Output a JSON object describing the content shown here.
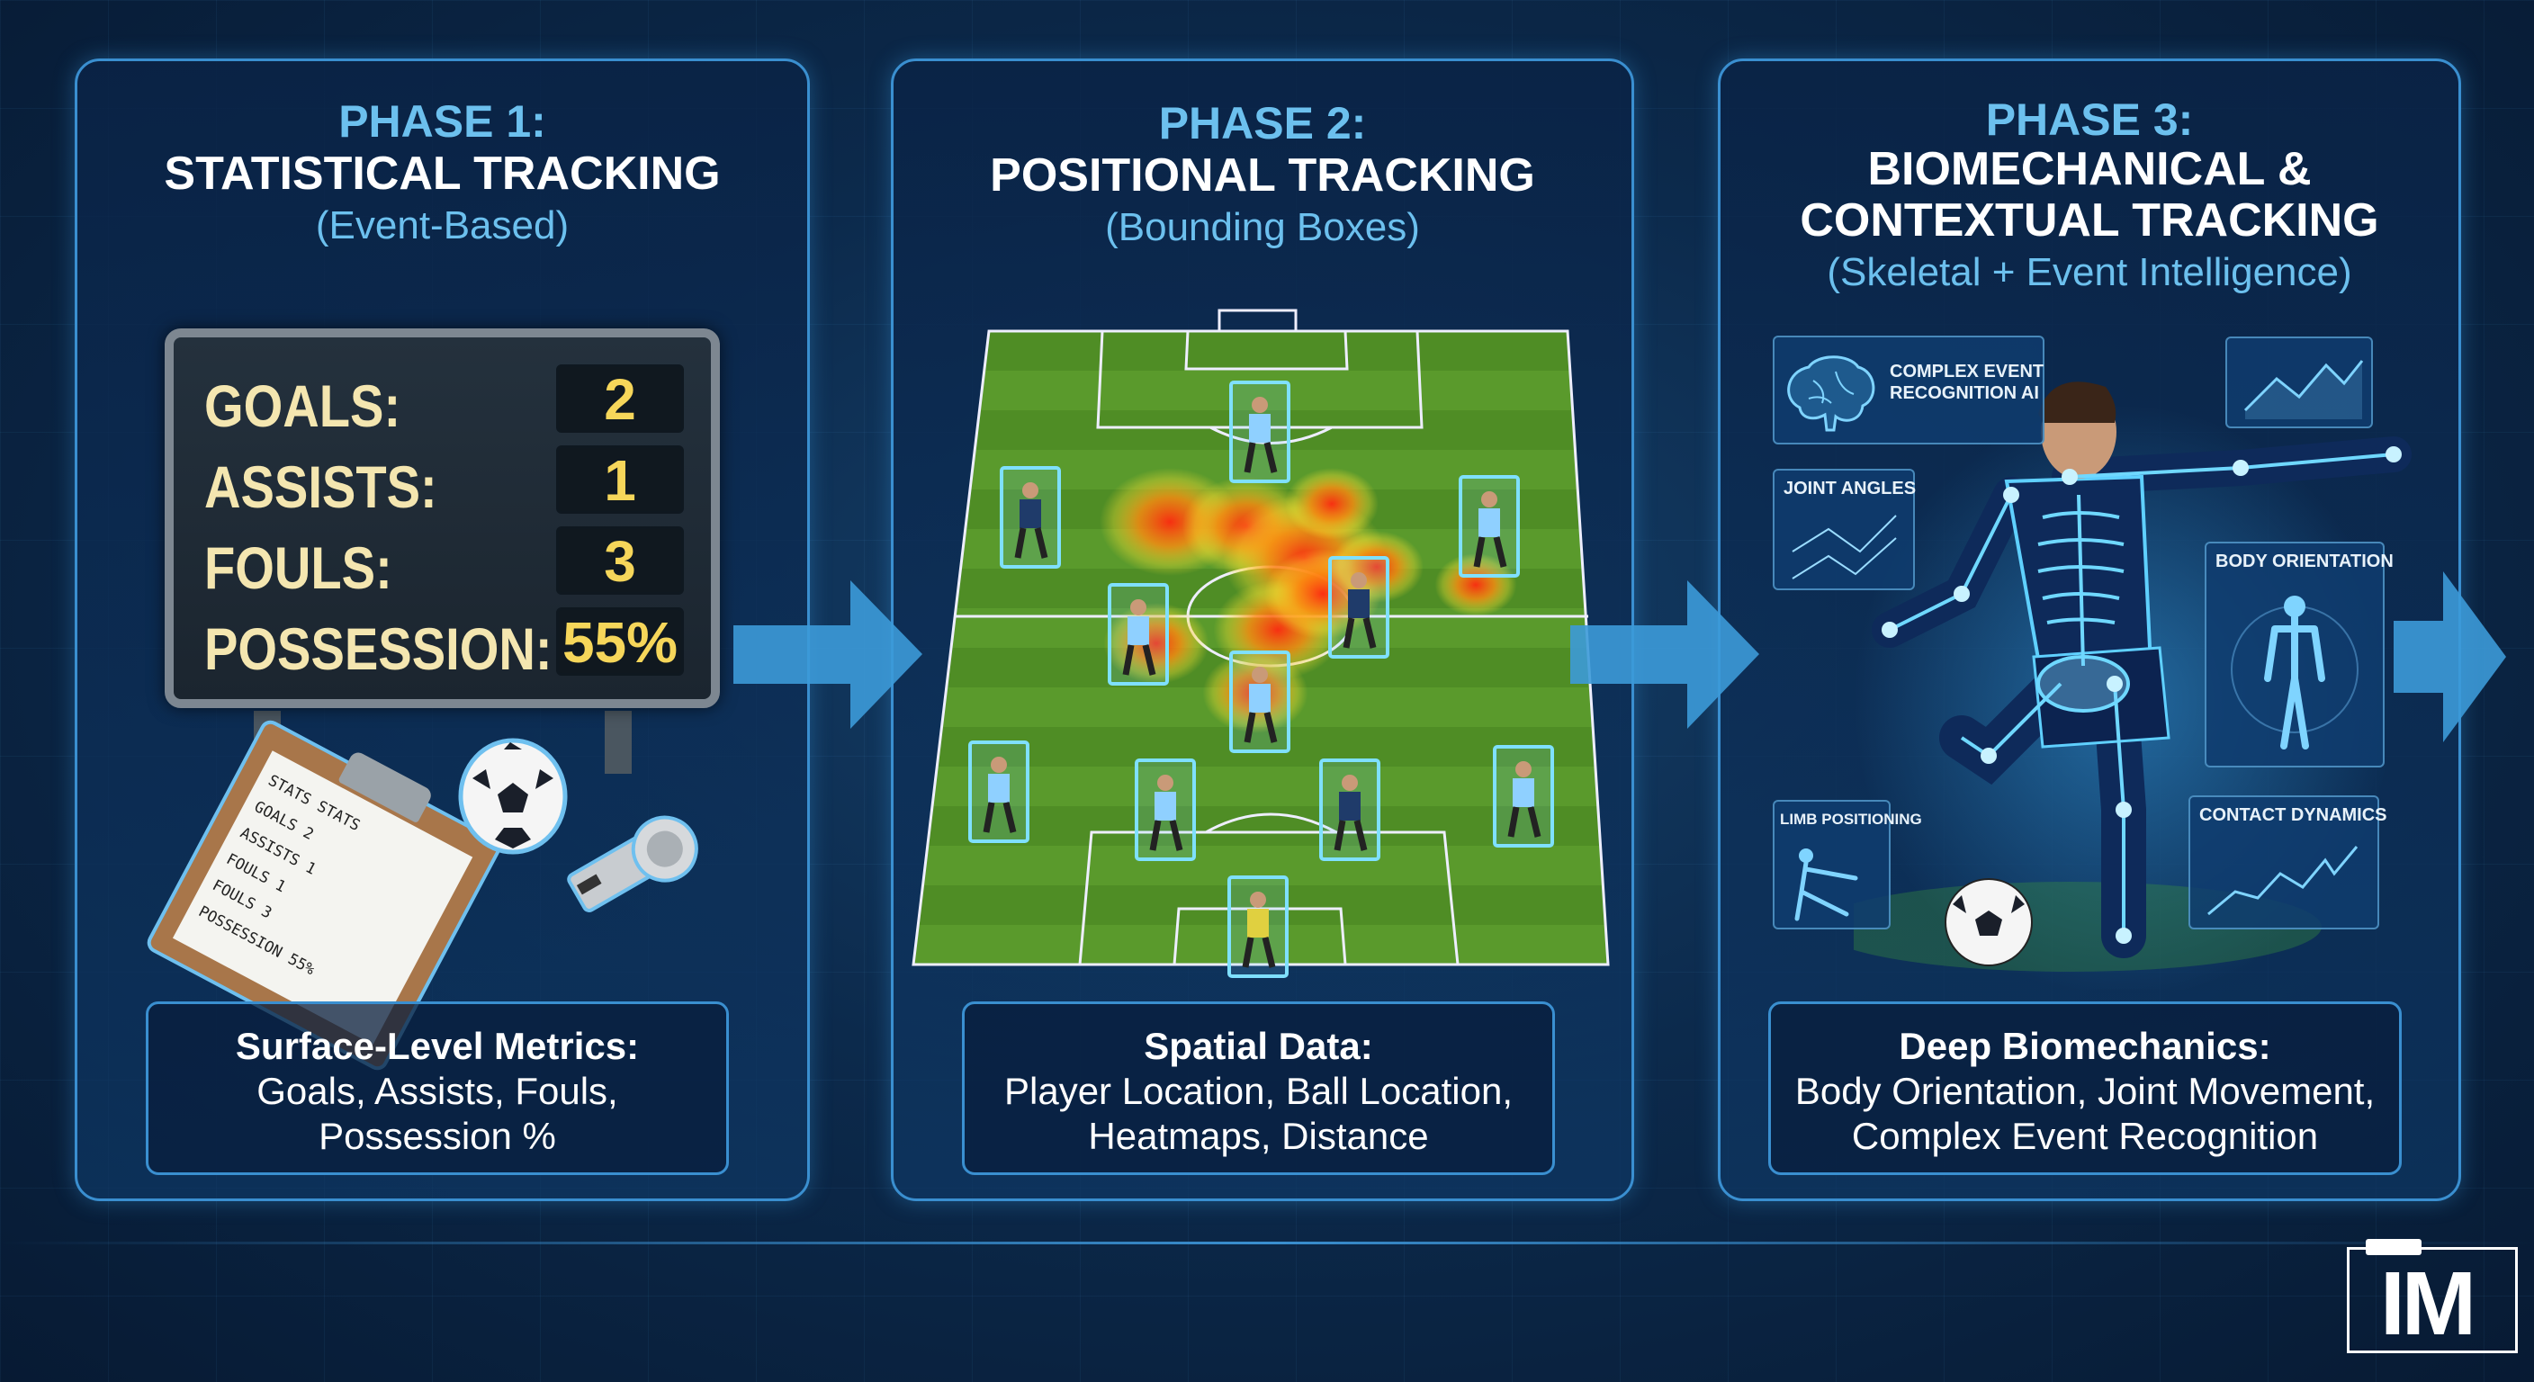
{
  "phases": [
    {
      "label": "PHASE 1:",
      "title": [
        "STATISTICAL TRACKING"
      ],
      "subtitle": "(Event-Based)",
      "summary_heading": "Surface-Level Metrics:",
      "summary_lines": [
        "Goals, Assists, Fouls,",
        "Possession %"
      ]
    },
    {
      "label": "PHASE 2:",
      "title": [
        "POSITIONAL TRACKING"
      ],
      "subtitle": "(Bounding Boxes)",
      "summary_heading": "Spatial Data:",
      "summary_lines": [
        "Player Location, Ball Location,",
        "Heatmaps, Distance"
      ]
    },
    {
      "label": "PHASE 3:",
      "title": [
        "BIOMECHANICAL &",
        "CONTEXTUAL TRACKING"
      ],
      "subtitle": "(Skeletal + Event Intelligence)",
      "summary_heading": "Deep Biomechanics:",
      "summary_lines": [
        "Body Orientation, Joint Movement,",
        "Complex Event Recognition"
      ]
    }
  ],
  "scoreboard": [
    {
      "label": "GOALS:",
      "value": "2"
    },
    {
      "label": "ASSISTS:",
      "value": "1"
    },
    {
      "label": "FOULS:",
      "value": "3"
    },
    {
      "label": "POSSESSION:",
      "value": "55%"
    }
  ],
  "clipboard": {
    "lines": [
      "STATS  STATS",
      "GOALS   2",
      "ASSISTS   1",
      "FOULS   1",
      "FOULS   3",
      "POSSESSION 55%"
    ]
  },
  "callouts": {
    "complex_event": [
      "COMPLEX EVENT",
      "RECOGNITION AI"
    ],
    "joint_angles": "JOINT ANGLES",
    "body_orientation": "BODY ORIENTATION",
    "limb_positioning": "LIMB POSITIONING",
    "contact_dynamics": "CONTACT DYNAMICS"
  },
  "logo": "IM",
  "colors": {
    "accent": "#6cc0ee",
    "border": "#3a8fd0",
    "pitch": "#5a9a2c",
    "score_value": "#f6d65a",
    "background": "#0c2a4c"
  }
}
